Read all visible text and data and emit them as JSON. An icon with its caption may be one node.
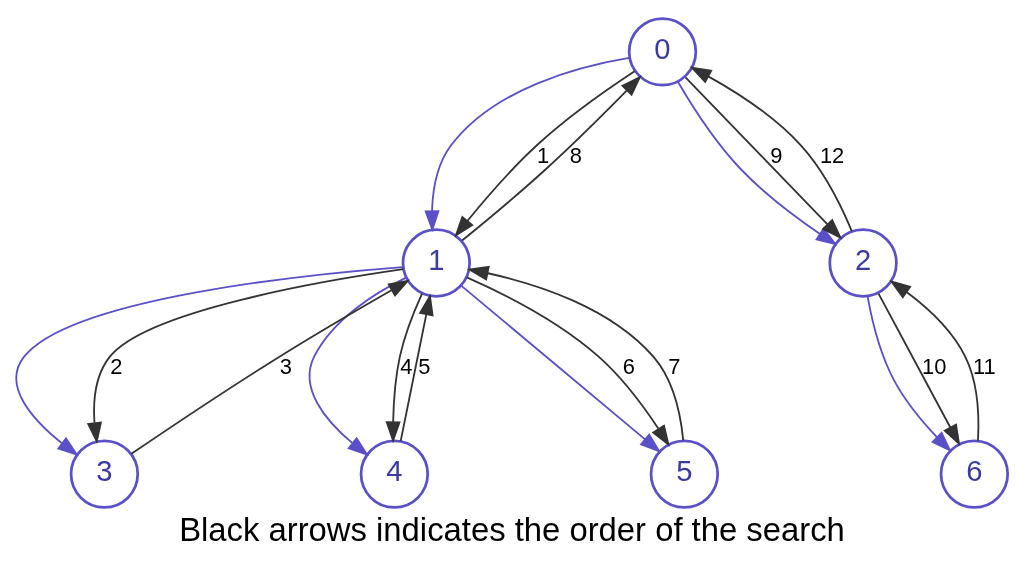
{
  "diagram": {
    "caption": "Black arrows indicates the order of the search",
    "nodes": [
      {
        "text": [
          "0"
        ]
      },
      {
        "text": [
          "1"
        ]
      },
      {
        "text": [
          "2"
        ]
      },
      {
        "text": [
          "3"
        ]
      },
      {
        "text": [
          "4"
        ]
      },
      {
        "text": [
          "5"
        ]
      },
      {
        "text": [
          "6"
        ]
      }
    ],
    "edges": [
      {
        "from": 0,
        "to": 1,
        "arrow": "to",
        "color": "#5a50c8"
      },
      {
        "from": 0,
        "to": 2,
        "arrow": "to",
        "color": "#5a50c8"
      },
      {
        "from": 1,
        "to": 3,
        "arrow": "to",
        "color": "#5a50c8"
      },
      {
        "from": 1,
        "to": 4,
        "arrow": "to",
        "color": "#5a50c8"
      },
      {
        "from": 1,
        "to": 5,
        "arrow": "to",
        "color": "#5a50c8"
      },
      {
        "from": 2,
        "to": 6,
        "arrow": "to",
        "color": "#5a50c8"
      },
      {
        "from": 0,
        "to": 1,
        "arrow": "to",
        "label": "1"
      },
      {
        "from": 1,
        "to": 3,
        "arrow": "to",
        "label": "2"
      },
      {
        "from": 3,
        "to": 1,
        "arrow": "to",
        "label": "3"
      },
      {
        "from": 1,
        "to": 4,
        "arrow": "to",
        "label": "4"
      },
      {
        "from": 4,
        "to": 1,
        "arrow": "to",
        "label": "5"
      },
      {
        "from": 1,
        "to": 5,
        "arrow": "to",
        "label": "6"
      },
      {
        "from": 5,
        "to": 1,
        "arrow": "to",
        "label": "7"
      },
      {
        "from": 1,
        "to": 0,
        "arrow": "to",
        "label": "8"
      },
      {
        "from": 0,
        "to": 2,
        "arrow": "to",
        "label": "9"
      },
      {
        "from": 2,
        "to": 6,
        "arrow": "to",
        "label": "10"
      },
      {
        "from": 6,
        "to": 2,
        "arrow": "to",
        "label": "11"
      },
      {
        "from": 2,
        "to": 0,
        "arrow": "to",
        "label": "12"
      }
    ]
  }
}
